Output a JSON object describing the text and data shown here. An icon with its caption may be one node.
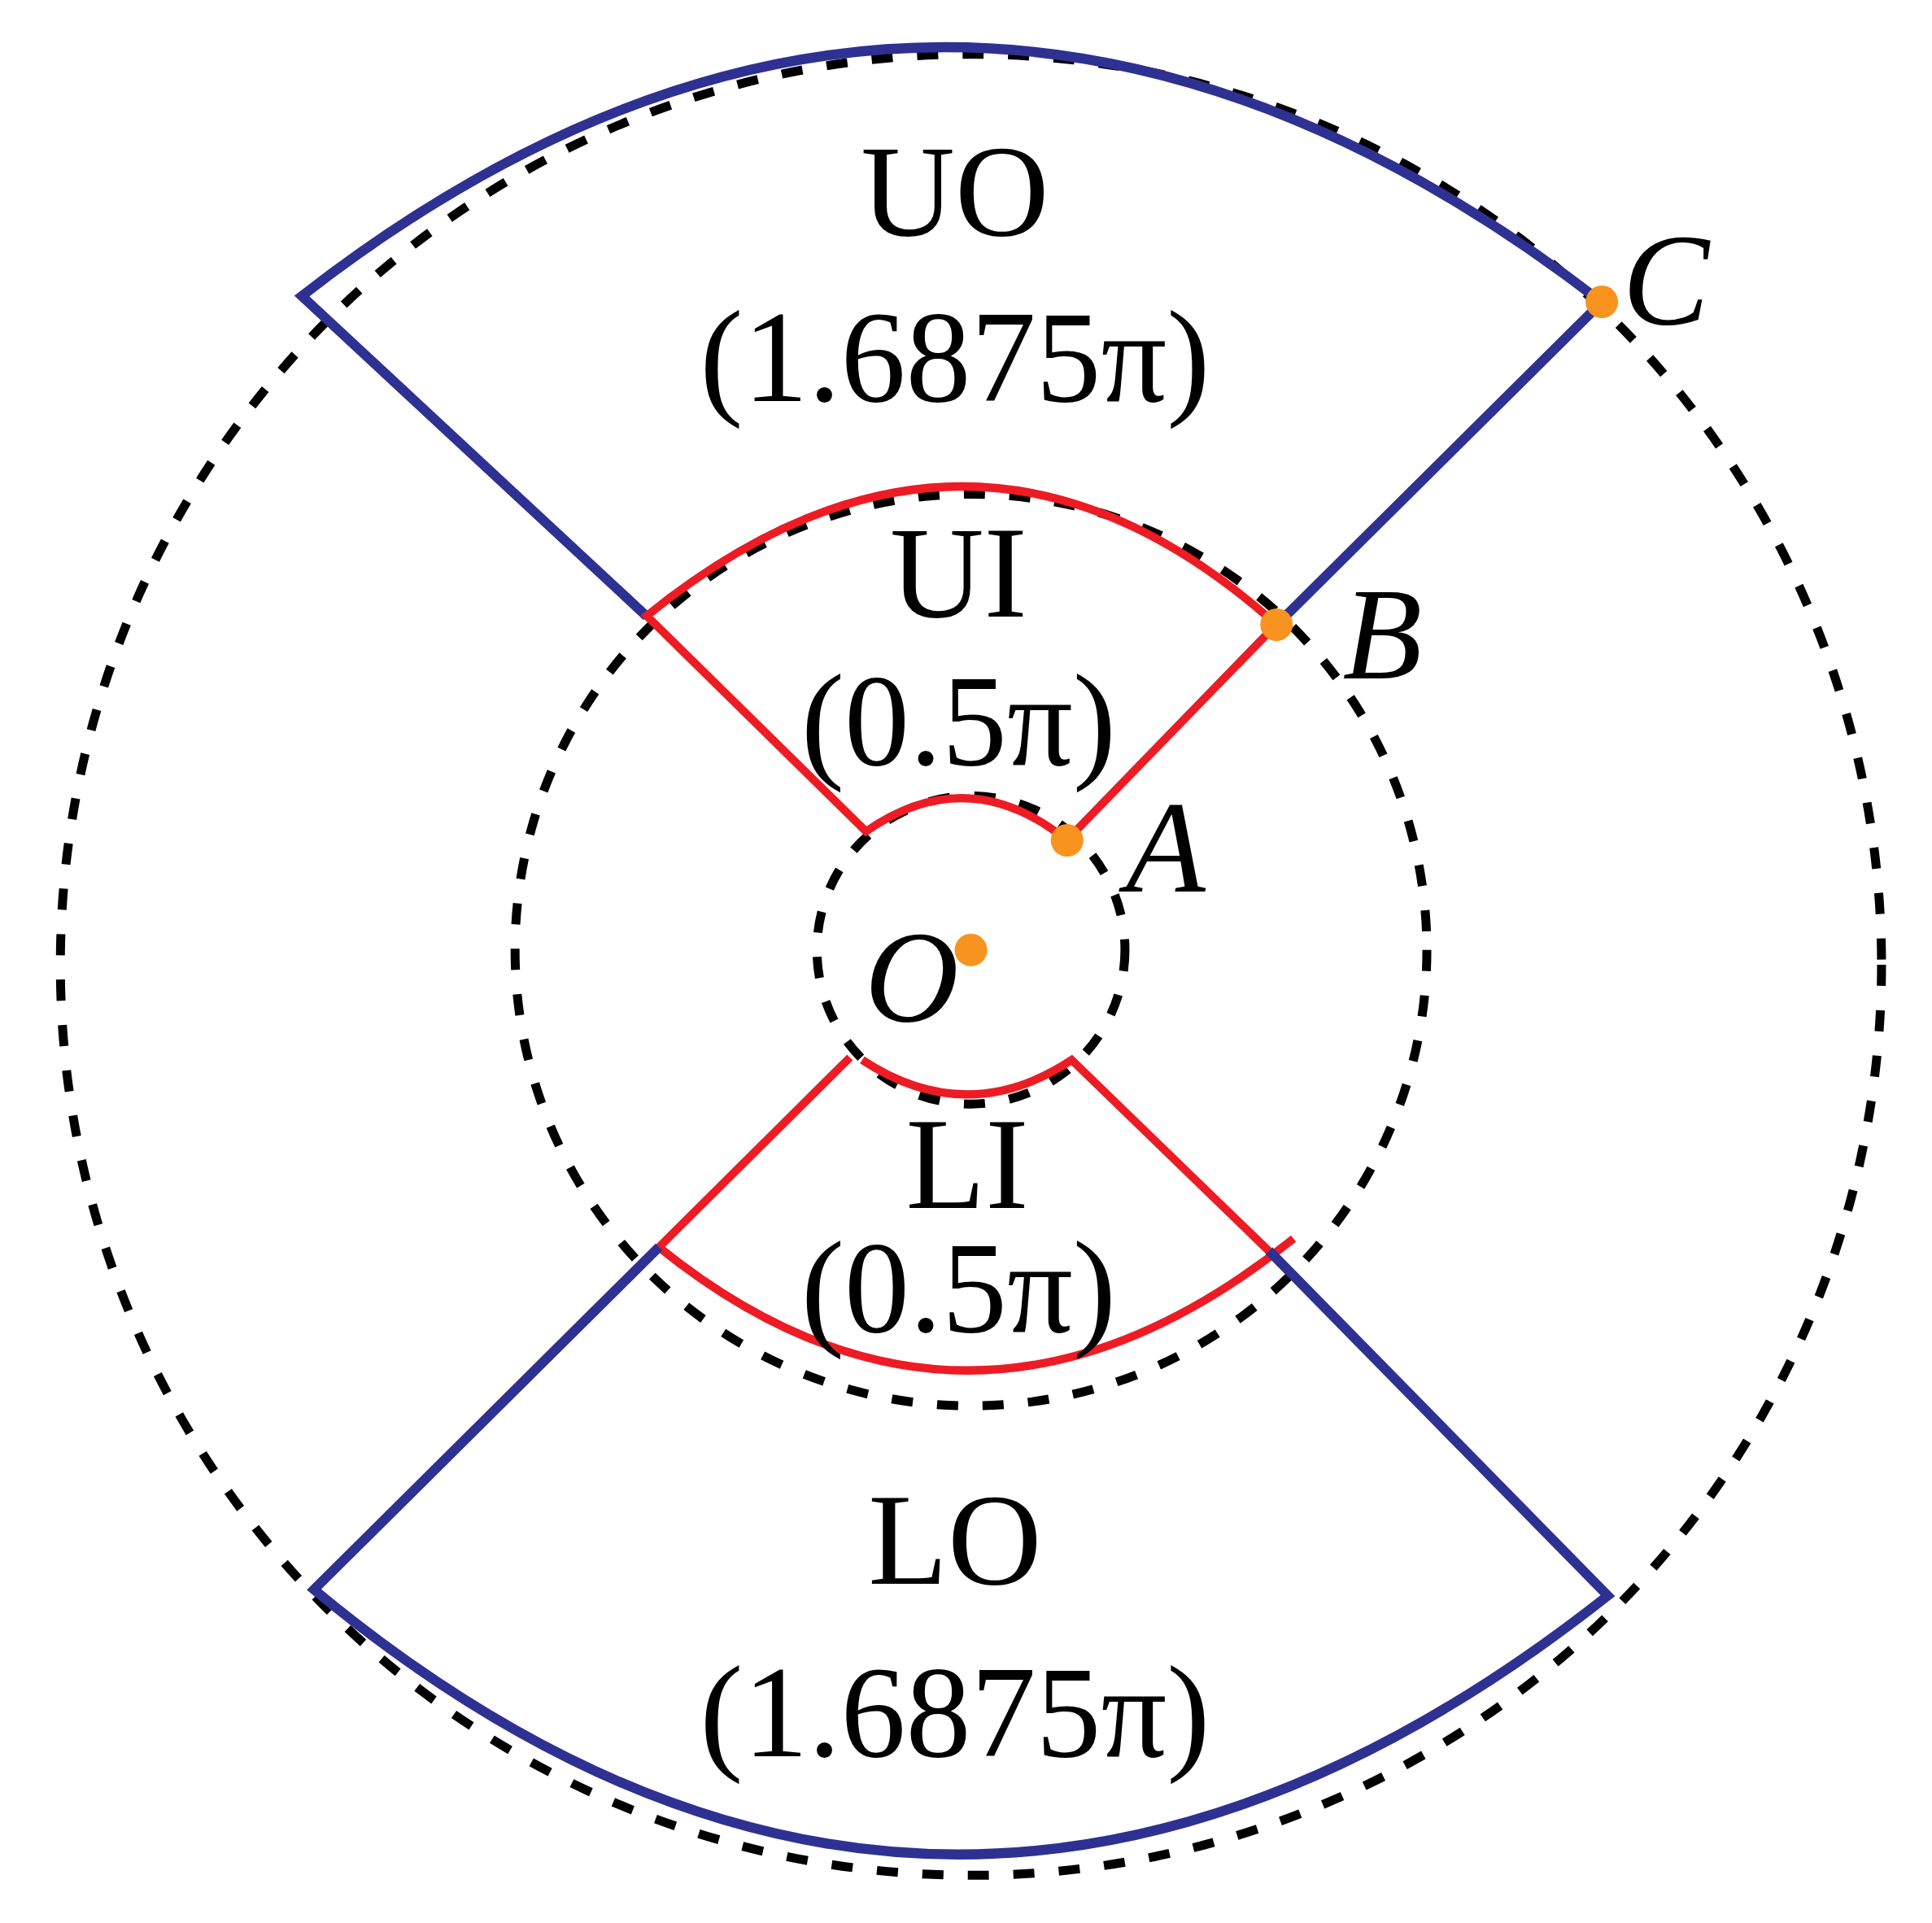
{
  "diagram": {
    "nodes": [
      {
        "text": [
          "UO",
          "(1.6875π)"
        ]
      },
      {
        "text": [
          "UI",
          "(0.5π)"
        ]
      },
      {
        "text": [
          "LI",
          "(0.5π)"
        ]
      },
      {
        "text": [
          "LO",
          "(1.6875π)"
        ]
      }
    ],
    "labels": [
      "C",
      "B",
      "A",
      "O"
    ]
  }
}
